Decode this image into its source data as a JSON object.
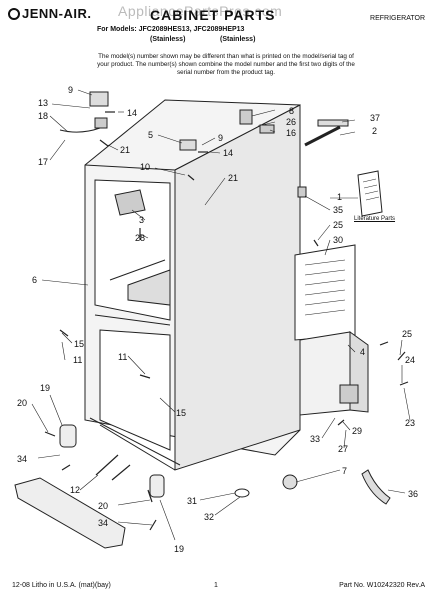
{
  "header": {
    "brand": "JENN-AIR.",
    "title": "CABINET PARTS",
    "category": "REFRIGERATOR",
    "watermark": "AppliancePartsPros.com",
    "models_line": "For Models: JFC2089HES13, JFC2089HEP13",
    "variant_1": "(Stainless)",
    "variant_2": "(Stainless)",
    "note": "The model(s) number shown may be different than what is printed on the model/serial tag of your product. The number(s) shown combine the model number and the first two digits of the serial number from the product tag."
  },
  "literature_label": "Literature Parts",
  "callouts": [
    "9",
    "13",
    "18",
    "14",
    "17",
    "21",
    "5",
    "10",
    "9",
    "14",
    "21",
    "8",
    "26",
    "16",
    "37",
    "2",
    "1",
    "35",
    "25",
    "30",
    "3",
    "28",
    "6",
    "15",
    "11",
    "11",
    "15",
    "4",
    "25",
    "24",
    "19",
    "20",
    "34",
    "12",
    "20",
    "34",
    "31",
    "32",
    "19",
    "33",
    "29",
    "27",
    "7",
    "36",
    "23"
  ],
  "footer": {
    "left": "12-08 Litho in U.S.A. (mat)(bay)",
    "page": "1",
    "part_no": "Part No. W10242320 Rev.A"
  }
}
